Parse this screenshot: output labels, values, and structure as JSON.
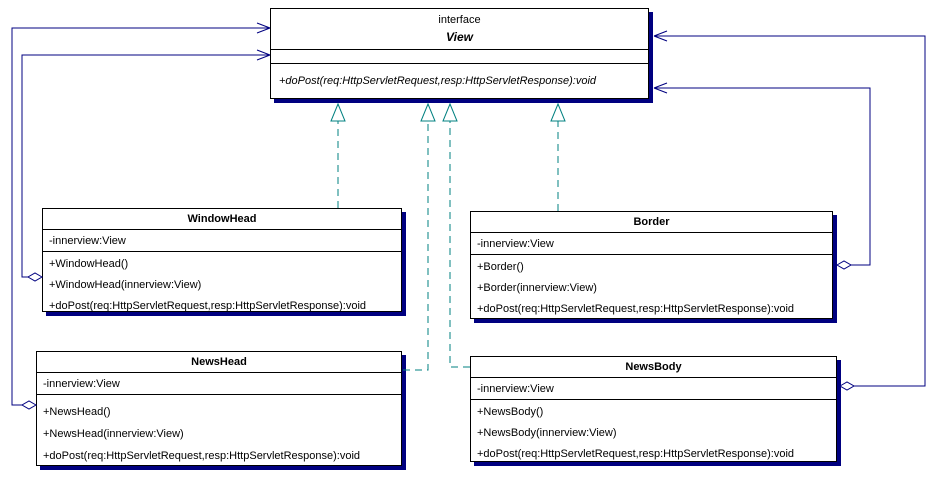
{
  "diagram_title": "View interface UML class diagram",
  "colors": {
    "background": "#ffffff",
    "box_border": "#000000",
    "box_shadow": "#000080",
    "aggregation_line": "#000080",
    "realization_line": "#008080",
    "text": "#000000"
  },
  "interface": {
    "stereotype": "interface",
    "name": "View",
    "methods": [
      "+doPost(req:HttpServletRequest,resp:HttpServletResponse):void"
    ]
  },
  "classes": [
    {
      "name": "WindowHead",
      "attributes": [
        "-innerview:View"
      ],
      "methods": [
        "+WindowHead()",
        "+WindowHead(innerview:View)",
        "+doPost(req:HttpServletRequest,resp:HttpServletResponse):void"
      ]
    },
    {
      "name": "Border",
      "attributes": [
        "-innerview:View"
      ],
      "methods": [
        "+Border()",
        "+Border(innerview:View)",
        "+doPost(req:HttpServletRequest,resp:HttpServletResponse):void"
      ]
    },
    {
      "name": "NewsHead",
      "attributes": [
        "-innerview:View"
      ],
      "methods": [
        "+NewsHead()",
        "+NewsHead(innerview:View)",
        "+doPost(req:HttpServletRequest,resp:HttpServletResponse):void"
      ]
    },
    {
      "name": "NewsBody",
      "attributes": [
        "-innerview:View"
      ],
      "methods": [
        "+NewsBody()",
        "+NewsBody(innerview:View)",
        "+doPost(req:HttpServletRequest,resp:HttpServletResponse):void"
      ]
    }
  ],
  "relations": [
    {
      "type": "aggregation",
      "from": "WindowHead",
      "to": "View"
    },
    {
      "type": "aggregation",
      "from": "NewsHead",
      "to": "View"
    },
    {
      "type": "aggregation",
      "from": "Border",
      "to": "View"
    },
    {
      "type": "aggregation",
      "from": "NewsBody",
      "to": "View"
    },
    {
      "type": "realization",
      "from": "WindowHead",
      "to": "View"
    },
    {
      "type": "realization",
      "from": "Border",
      "to": "View"
    },
    {
      "type": "realization",
      "from": "NewsHead",
      "to": "View"
    },
    {
      "type": "realization",
      "from": "NewsBody",
      "to": "View"
    }
  ]
}
